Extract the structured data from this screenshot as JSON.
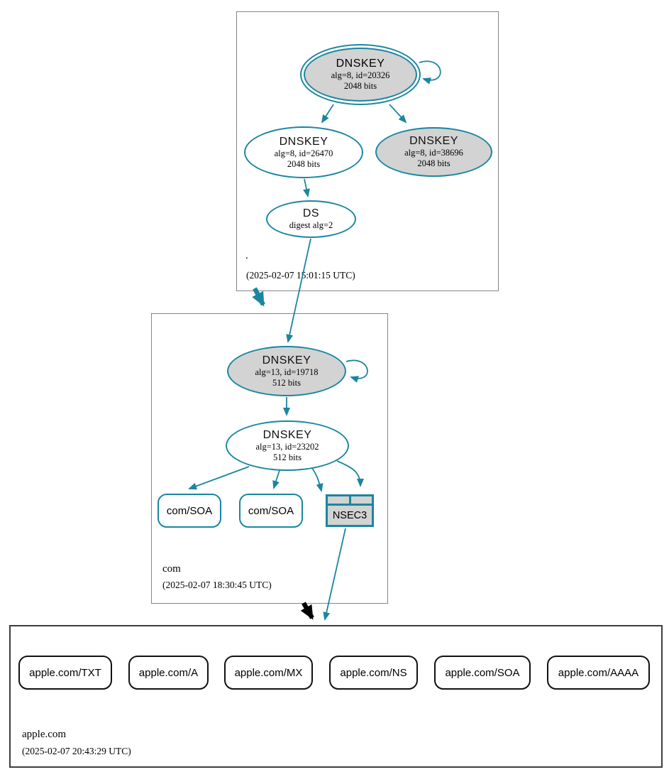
{
  "diagram_type": "DNSSEC authentication chain",
  "colors": {
    "secure_edge_teal": "#1a86a0",
    "key_fill_gray": "#d3d3d3",
    "delegation_black": "#000000",
    "zone_border_gray": "#858585"
  },
  "zones": {
    "root": {
      "label": ".",
      "timestamp": "(2025-02-07 15:01:15 UTC)",
      "nodes": {
        "ksk": {
          "title": "DNSKEY",
          "attrs": "alg=8, id=20326",
          "bits": "2048 bits"
        },
        "zsk": {
          "title": "DNSKEY",
          "attrs": "alg=8, id=26470",
          "bits": "2048 bits"
        },
        "pub": {
          "title": "DNSKEY",
          "attrs": "alg=8, id=38696",
          "bits": "2048 bits"
        },
        "ds": {
          "title": "DS",
          "attrs": "digest alg=2"
        }
      }
    },
    "com": {
      "label": "com",
      "timestamp": "(2025-02-07 18:30:45 UTC)",
      "nodes": {
        "ksk": {
          "title": "DNSKEY",
          "attrs": "alg=13, id=19718",
          "bits": "512 bits"
        },
        "zsk": {
          "title": "DNSKEY",
          "attrs": "alg=13, id=23202",
          "bits": "512 bits"
        },
        "soa1": {
          "label": "com/SOA"
        },
        "soa2": {
          "label": "com/SOA"
        },
        "nsec3": {
          "label": "NSEC3"
        }
      }
    },
    "apple": {
      "label": "apple.com",
      "timestamp": "(2025-02-07 20:43:29 UTC)",
      "rrsets": [
        "apple.com/TXT",
        "apple.com/A",
        "apple.com/MX",
        "apple.com/NS",
        "apple.com/SOA",
        "apple.com/AAAA"
      ]
    }
  }
}
